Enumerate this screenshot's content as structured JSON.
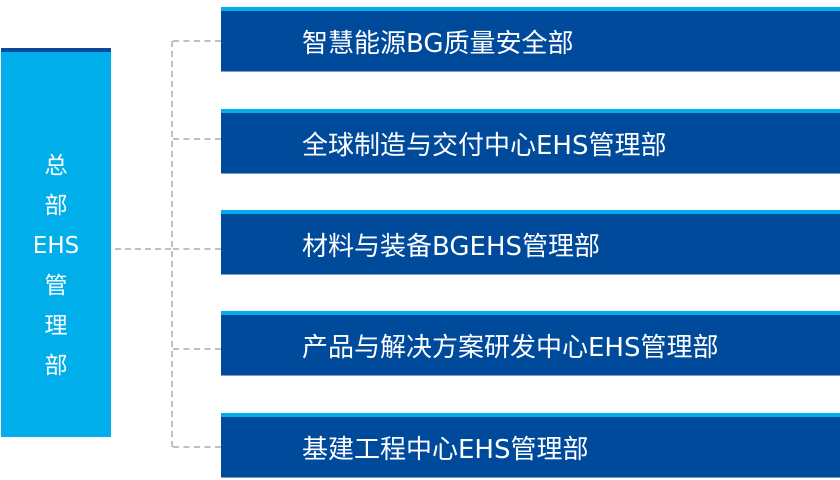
{
  "headquarters": {
    "label_lines": [
      "总",
      "部",
      "EHS",
      "管",
      "理",
      "部"
    ],
    "color": "#00aeea",
    "top_border_color": "#0a4a9a"
  },
  "departments": [
    {
      "label": "智慧能源BG质量安全部"
    },
    {
      "label": "全球制造与交付中心EHS管理部"
    },
    {
      "label": "材料与装备BGEHS管理部"
    },
    {
      "label": "产品与解决方案研发中心EHS管理部"
    },
    {
      "label": "基建工程中心EHS管理部"
    }
  ],
  "colors": {
    "department_fill": "#004a9c",
    "department_accent": "#00aeef",
    "connector": "#c0c0c0"
  }
}
